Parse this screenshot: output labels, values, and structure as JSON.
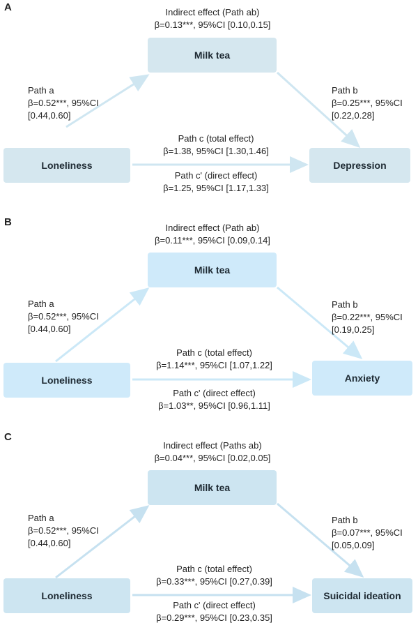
{
  "panels": [
    {
      "letter": "A",
      "colors": {
        "box": "#d5e7ef",
        "arrow": "#cfe6f1"
      },
      "indirect": {
        "title": "Indirect effect (Path ab)",
        "stats": "β=0.13***, 95%CI [0.10,0.15]"
      },
      "mediator": "Milk tea",
      "predictor": "Loneliness",
      "outcome": "Depression",
      "path_a": {
        "title": "Path a",
        "stats": "β=0.52***, 95%CI",
        "ci": "[0.44,0.60]"
      },
      "path_b": {
        "title": "Path b",
        "stats": "β=0.25***, 95%CI",
        "ci": "[0.22,0.28]"
      },
      "path_c": {
        "title": "Path c (total effect)",
        "stats": "β=1.38, 95%CI [1.30,1.46]"
      },
      "path_cp": {
        "title": "Path c' (direct effect)",
        "stats": "β=1.25, 95%CI [1.17,1.33]"
      }
    },
    {
      "letter": "B",
      "colors": {
        "box": "#cfeafa",
        "arrow": "#cbe8f7"
      },
      "indirect": {
        "title": "Indirect effect (Path ab)",
        "stats": "β=0.11***, 95%CI [0.09,0.14]"
      },
      "mediator": "Milk tea",
      "predictor": "Loneliness",
      "outcome": "Anxiety",
      "path_a": {
        "title": "Path a",
        "stats": "β=0.52***, 95%CI",
        "ci": "[0.44,0.60]"
      },
      "path_b": {
        "title": "Path b",
        "stats": "β=0.22***, 95%CI",
        "ci": "[0.19,0.25]"
      },
      "path_c": {
        "title": "Path c (total effect)",
        "stats": "β=1.14***, 95%CI [1.07,1.22]"
      },
      "path_cp": {
        "title": "Path c' (direct effect)",
        "stats": "β=1.03**, 95%CI [0.96,1.11]"
      }
    },
    {
      "letter": "C",
      "colors": {
        "box": "#cde5f1",
        "arrow": "#c6e1f0"
      },
      "indirect": {
        "title": "Indirect effect (Paths ab)",
        "stats": "β=0.04***, 95%CI [0.02,0.05]"
      },
      "mediator": "Milk tea",
      "predictor": "Loneliness",
      "outcome": "Suicidal ideation",
      "path_a": {
        "title": "Path a",
        "stats": "β=0.52***, 95%CI",
        "ci": "[0.44,0.60]"
      },
      "path_b": {
        "title": "Path b",
        "stats": "β=0.07***, 95%CI",
        "ci": "[0.05,0.09]"
      },
      "path_c": {
        "title": "Path c (total effect)",
        "stats": "β=0.33***, 95%CI [0.27,0.39]"
      },
      "path_cp": {
        "title": "Path c' (direct effect)",
        "stats": "β=0.29***, 95%CI [0.23,0.35]"
      }
    }
  ]
}
